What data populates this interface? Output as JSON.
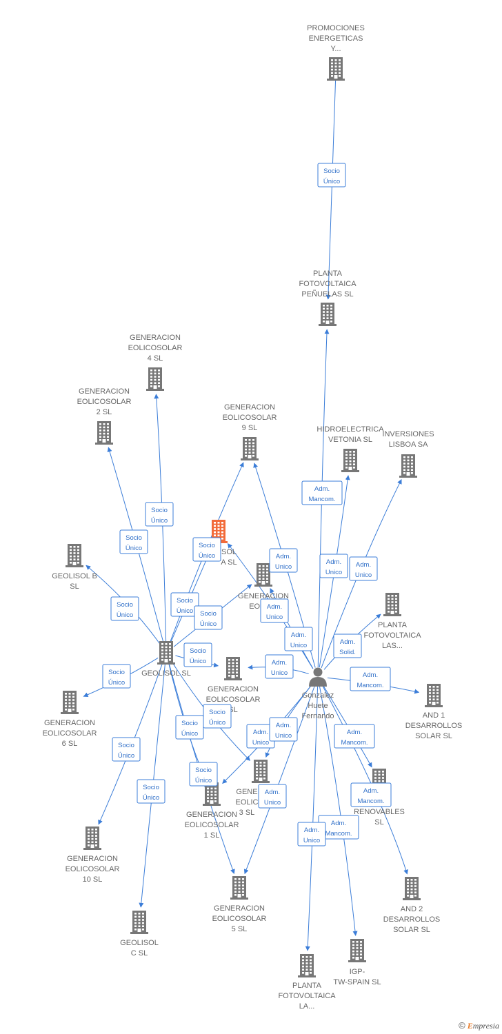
{
  "colors": {
    "building": "#777777",
    "highlight": "#f26b3a",
    "edge": "#3b7dd8",
    "label": "#666666",
    "person": "#777777"
  },
  "brand": {
    "copyright": "©",
    "logo_initial": "E",
    "logo_rest": "mpresia"
  },
  "nodes": [
    {
      "id": "promociones",
      "type": "company",
      "label": [
        "PROMOCIONES",
        "ENERGETICAS",
        "Y..."
      ]
    },
    {
      "id": "penuelas",
      "type": "company",
      "label": [
        "PLANTA",
        "FOTOVOLTAICA",
        "PEÑUELAS SL"
      ]
    },
    {
      "id": "ge4",
      "type": "company",
      "label": [
        "GENERACION",
        "EOLICOSOLAR",
        "4  SL"
      ]
    },
    {
      "id": "ge2",
      "type": "company",
      "label": [
        "GENERACION",
        "EOLICOSOLAR",
        "2  SL"
      ]
    },
    {
      "id": "ge9",
      "type": "company",
      "label": [
        "GENERACION",
        "EOLICOSOLAR",
        "9  SL"
      ]
    },
    {
      "id": "hidro",
      "type": "company",
      "label": [
        "HIDROELECTRICA",
        "VETONIA SL"
      ]
    },
    {
      "id": "lisboa",
      "type": "company",
      "label": [
        "INVERSIONES",
        "LISBOA SA"
      ]
    },
    {
      "id": "geolisola",
      "type": "company",
      "highlight": true,
      "label": [
        "SOL",
        "A  SL"
      ]
    },
    {
      "id": "geolisolb",
      "type": "company",
      "label": [
        "GEOLISOL B",
        "SL"
      ]
    },
    {
      "id": "ge7",
      "type": "company",
      "label": [
        "GENERACION",
        "EOLICO",
        "7"
      ]
    },
    {
      "id": "plantalas",
      "type": "company",
      "label": [
        "PLANTA",
        "FOTOVOLTAICA",
        "LAS..."
      ]
    },
    {
      "id": "geolisol",
      "type": "company",
      "label": [
        "GEOLISOL  SL"
      ]
    },
    {
      "id": "ge8",
      "type": "company",
      "label": [
        "GENERACION",
        "EOLICOSOLAR",
        "SL"
      ]
    },
    {
      "id": "person",
      "type": "person",
      "label": [
        "Gonzalez",
        "Huete",
        "Fernando"
      ]
    },
    {
      "id": "and1",
      "type": "company",
      "label": [
        "AND 1",
        "DESARROLLOS",
        "SOLAR  SL"
      ]
    },
    {
      "id": "ge6",
      "type": "company",
      "label": [
        "GENERACION",
        "EOLICOSOLAR",
        "6  SL"
      ]
    },
    {
      "id": "ge3",
      "type": "company",
      "label": [
        "GENE",
        "EOLIC",
        "3  SL"
      ]
    },
    {
      "id": "renovables",
      "type": "company",
      "label": [
        "RENOVABLES",
        "SL"
      ]
    },
    {
      "id": "ge1",
      "type": "company",
      "label": [
        "GENERACION",
        "EOLICOSOLAR",
        "1  SL"
      ]
    },
    {
      "id": "ge10",
      "type": "company",
      "label": [
        "GENERACION",
        "EOLICOSOLAR",
        "10  SL"
      ]
    },
    {
      "id": "ge5",
      "type": "company",
      "label": [
        "GENERACION",
        "EOLICOSOLAR",
        "5  SL"
      ]
    },
    {
      "id": "and2",
      "type": "company",
      "label": [
        "AND 2",
        "DESARROLLOS",
        "SOLAR  SL"
      ]
    },
    {
      "id": "geolisolc",
      "type": "company",
      "label": [
        "GEOLISOL",
        "C  SL"
      ]
    },
    {
      "id": "igp",
      "type": "company",
      "label": [
        "IGP-",
        "TW-SPAIN  SL"
      ]
    },
    {
      "id": "plantala",
      "type": "company",
      "label": [
        "PLANTA",
        "FOTOVOLTAICA",
        "LA..."
      ]
    }
  ],
  "edges": [
    {
      "from": "promociones",
      "to": "penuelas",
      "label": [
        "Socio",
        "Único"
      ]
    },
    {
      "from": "geolisol",
      "to": "ge4",
      "label": [
        "Socio",
        "Único"
      ]
    },
    {
      "from": "geolisol",
      "to": "ge2",
      "label": [
        "Socio",
        "Único"
      ]
    },
    {
      "from": "geolisol",
      "to": "ge9",
      "label": [
        "Socio",
        "Único"
      ]
    },
    {
      "from": "geolisol",
      "to": "geolisolb",
      "label": [
        "Socio",
        "Único"
      ]
    },
    {
      "from": "geolisol",
      "to": "geolisola",
      "label": [
        "Socio",
        "Único"
      ]
    },
    {
      "from": "geolisol",
      "to": "ge7",
      "label": [
        "Socio",
        "Único"
      ]
    },
    {
      "from": "geolisol",
      "to": "ge6",
      "label": [
        "Socio",
        "Único"
      ]
    },
    {
      "from": "geolisol",
      "to": "ge8",
      "label": [
        "Socio",
        "Único"
      ]
    },
    {
      "from": "geolisol",
      "to": "ge3",
      "label": [
        "Socio",
        "Único"
      ]
    },
    {
      "from": "geolisol",
      "to": "ge1",
      "label": [
        "Socio",
        "Único"
      ]
    },
    {
      "from": "geolisol",
      "to": "ge10",
      "label": [
        "Socio",
        "Único"
      ]
    },
    {
      "from": "geolisol",
      "to": "geolisolc",
      "label": [
        "Socio",
        "Único"
      ]
    },
    {
      "from": "geolisol",
      "to": "ge5",
      "label": [
        "Socio",
        "Único"
      ]
    },
    {
      "from": "person",
      "to": "penuelas",
      "label": [
        "Adm.",
        "Mancom."
      ]
    },
    {
      "from": "person",
      "to": "hidro",
      "label": [
        "Adm.",
        "Unico"
      ]
    },
    {
      "from": "person",
      "to": "lisboa",
      "label": [
        "Adm.",
        "Unico"
      ]
    },
    {
      "from": "person",
      "to": "ge9",
      "label": [
        "Adm.",
        "Unico"
      ]
    },
    {
      "from": "person",
      "to": "geolisola",
      "label": [
        "Adm.",
        "Unico"
      ]
    },
    {
      "from": "person",
      "to": "ge7",
      "label": [
        "Adm.",
        "Unico"
      ]
    },
    {
      "from": "person",
      "to": "plantalas",
      "label": [
        "Adm.",
        "Solid."
      ]
    },
    {
      "from": "person",
      "to": "ge8",
      "label": [
        "Adm.",
        "Unico"
      ]
    },
    {
      "from": "person",
      "to": "and1",
      "label": [
        "Adm.",
        "Mancom."
      ]
    },
    {
      "from": "person",
      "to": "ge3",
      "label": [
        "Adm.",
        "Unico"
      ]
    },
    {
      "from": "person",
      "to": "ge1",
      "label": [
        "Adm.",
        "Unico"
      ]
    },
    {
      "from": "person",
      "to": "renovables",
      "label": [
        "Adm.",
        "Mancom."
      ]
    },
    {
      "from": "person",
      "to": "and2",
      "label": [
        "Adm.",
        "Mancom."
      ]
    },
    {
      "from": "person",
      "to": "ge5",
      "label": [
        "Adm.",
        "Unico"
      ]
    },
    {
      "from": "person",
      "to": "igp",
      "label": [
        "Adm.",
        "Mancom."
      ]
    },
    {
      "from": "person",
      "to": "plantala",
      "label": [
        "Adm.",
        "Unico"
      ]
    }
  ]
}
